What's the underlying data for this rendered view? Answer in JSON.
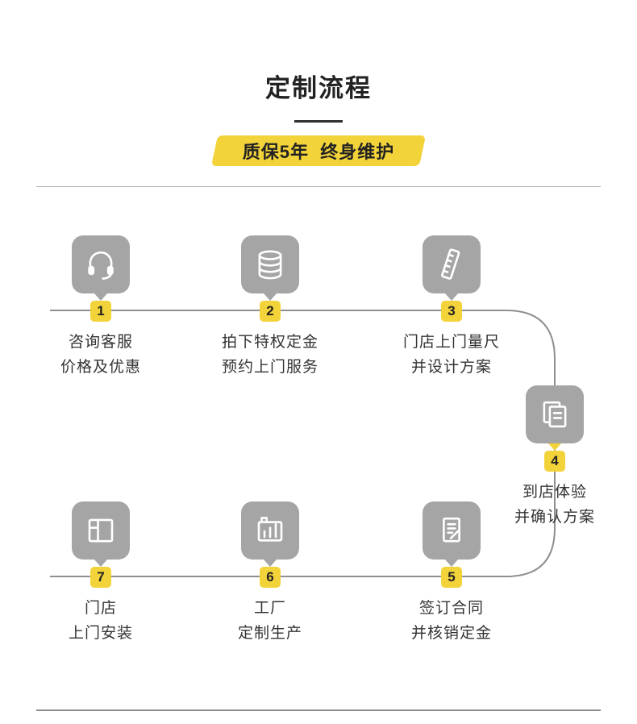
{
  "header": {
    "title": "定制流程",
    "badge": "质保5年  终身维护"
  },
  "steps": [
    {
      "number": "1",
      "icon": "headset-icon",
      "line1": "咨询客服",
      "line2": "价格及优惠"
    },
    {
      "number": "2",
      "icon": "coins-icon",
      "line1": "拍下特权定金",
      "line2": "预约上门服务"
    },
    {
      "number": "3",
      "icon": "ruler-icon",
      "line1": "门店上门量尺",
      "line2": "并设计方案"
    },
    {
      "number": "4",
      "icon": "documents-icon",
      "line1": "到店体验",
      "line2": "并确认方案"
    },
    {
      "number": "5",
      "icon": "contract-icon",
      "line1": "签订合同",
      "line2": "并核销定金"
    },
    {
      "number": "6",
      "icon": "factory-icon",
      "line1": "工厂",
      "line2": "定制生产"
    },
    {
      "number": "7",
      "icon": "cabinet-icon",
      "line1": "门店",
      "line2": "上门安装"
    }
  ],
  "colors": {
    "accent_yellow": "#F3D33A",
    "icon_gray": "#A5A5A5",
    "text_dark": "#333333",
    "flow_line": "#8F8F8F",
    "divider": "#B0B0B0"
  }
}
